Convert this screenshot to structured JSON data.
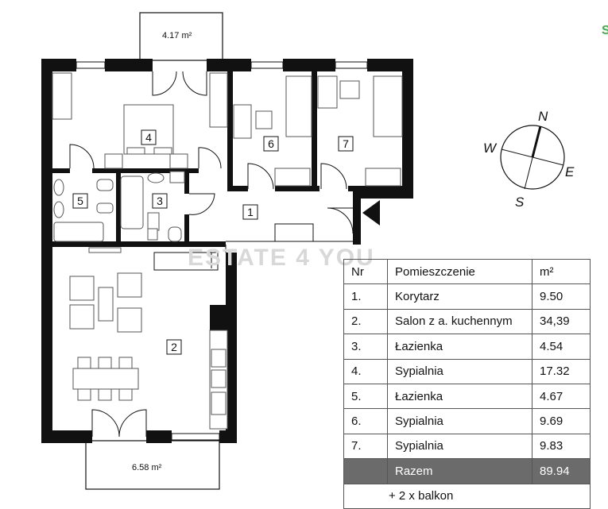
{
  "watermark": "ESTATE 4 YOU",
  "corner_mark": "S",
  "balconies": {
    "top_area": "4.17 m²",
    "bottom_area": "6.58 m²"
  },
  "room_numbers": [
    "1",
    "2",
    "3",
    "4",
    "5",
    "6",
    "7"
  ],
  "compass": {
    "n": "N",
    "e": "E",
    "s": "S",
    "w": "W"
  },
  "legend": {
    "header": {
      "nr": "Nr",
      "room": "Pomieszczenie",
      "unit": "m²"
    },
    "rows": [
      {
        "nr": "1.",
        "name": "Korytarz",
        "area": "9.50"
      },
      {
        "nr": "2.",
        "name": "Salon z a. kuchennym",
        "area": "34,39"
      },
      {
        "nr": "3.",
        "name": "Łazienka",
        "area": "4.54"
      },
      {
        "nr": "4.",
        "name": "Sypialnia",
        "area": "17.32"
      },
      {
        "nr": "5.",
        "name": "Łazienka",
        "area": "4.67"
      },
      {
        "nr": "6.",
        "name": "Sypialnia",
        "area": "9.69"
      },
      {
        "nr": "7.",
        "name": "Sypialnia",
        "area": "9.83"
      }
    ],
    "total": {
      "label": "Razem",
      "area": "89.94"
    },
    "extra": "+  2 x balkon"
  },
  "colors": {
    "wall": "#111111",
    "total_row": "#6b6b6b",
    "watermark": "#d8d8d8"
  }
}
